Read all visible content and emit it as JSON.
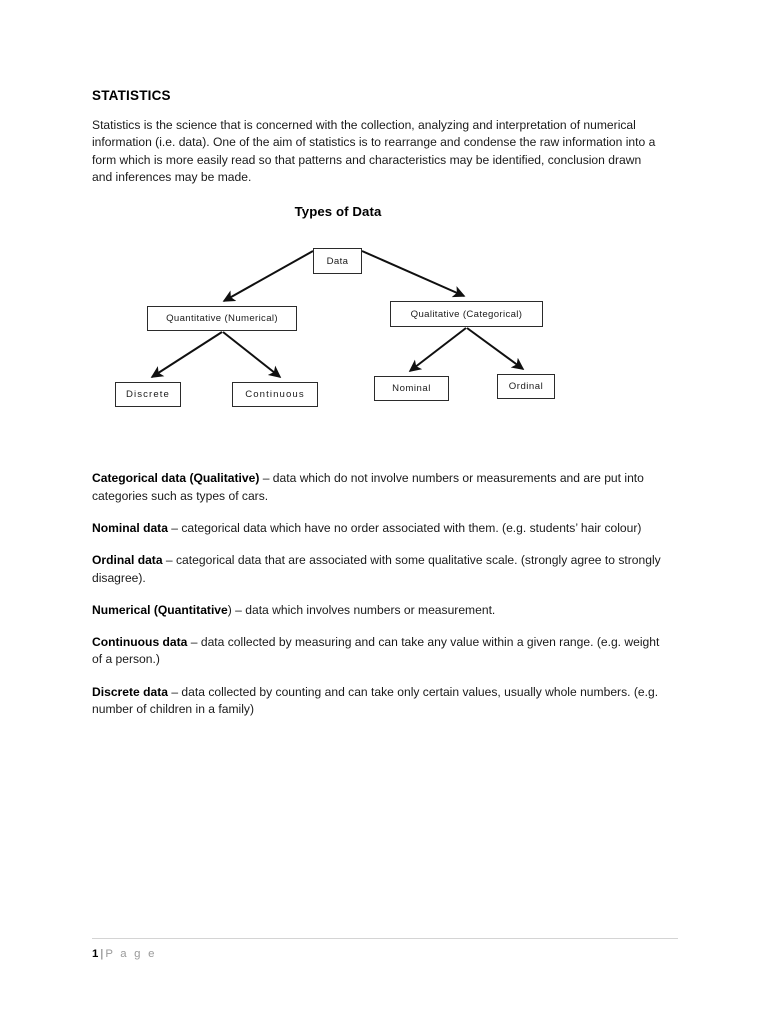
{
  "document": {
    "heading": "STATISTICS",
    "intro": "Statistics is the science that is concerned with the collection, analyzing and interpretation of numerical information (i.e. data). One of the aim of statistics is to rearrange and condense the raw information into a form which is more easily read so that patterns and characteristics may be identified, conclusion drawn and inferences may be made."
  },
  "diagram": {
    "title": "Types of Data",
    "nodes": {
      "root": "Data",
      "quantitative": "Quantitative (Numerical)",
      "qualitative": "Qualitative (Categorical)",
      "discrete": "Discrete",
      "continuous": "Continuous",
      "nominal": "Nominal",
      "ordinal": "Ordinal"
    },
    "edges": [
      {
        "from": "Data",
        "to": "Quantitative (Numerical)"
      },
      {
        "from": "Data",
        "to": "Qualitative (Categorical)"
      },
      {
        "from": "Quantitative (Numerical)",
        "to": "Discrete"
      },
      {
        "from": "Quantitative (Numerical)",
        "to": "Continuous"
      },
      {
        "from": "Qualitative (Categorical)",
        "to": "Nominal"
      },
      {
        "from": "Qualitative (Categorical)",
        "to": "Ordinal"
      }
    ]
  },
  "definitions": [
    {
      "term": "Categorical data (Qualitative)",
      "body": " – data which do not involve numbers or measurements and are put into categories such as types of cars."
    },
    {
      "term": " Nominal data",
      "body": " – categorical data which have no order associated with them. (e.g. students’ hair colour)"
    },
    {
      "term": "Ordinal data",
      "body": " – categorical data that are associated with some qualitative scale. (strongly agree to strongly disagree)."
    },
    {
      "term": "Numerical (Quantitative",
      "body": ") – data which involves numbers or measurement."
    },
    {
      "term": "Continuous data",
      "body": " – data collected by measuring and can take any value within a given range. (e.g. weight of a person.)"
    },
    {
      "term": "Discrete data",
      "body": " – data collected by counting and can take only certain values, usually whole numbers. (e.g. number of children in a family)"
    }
  ],
  "footer": {
    "page_number": "1",
    "separator": "|",
    "label": "P a g e"
  },
  "colors": {
    "text": "#1a1a1a",
    "node_border": "#2b2b2b",
    "footer_rule": "#d4d4d4",
    "footer_label": "#9a9a9a"
  }
}
